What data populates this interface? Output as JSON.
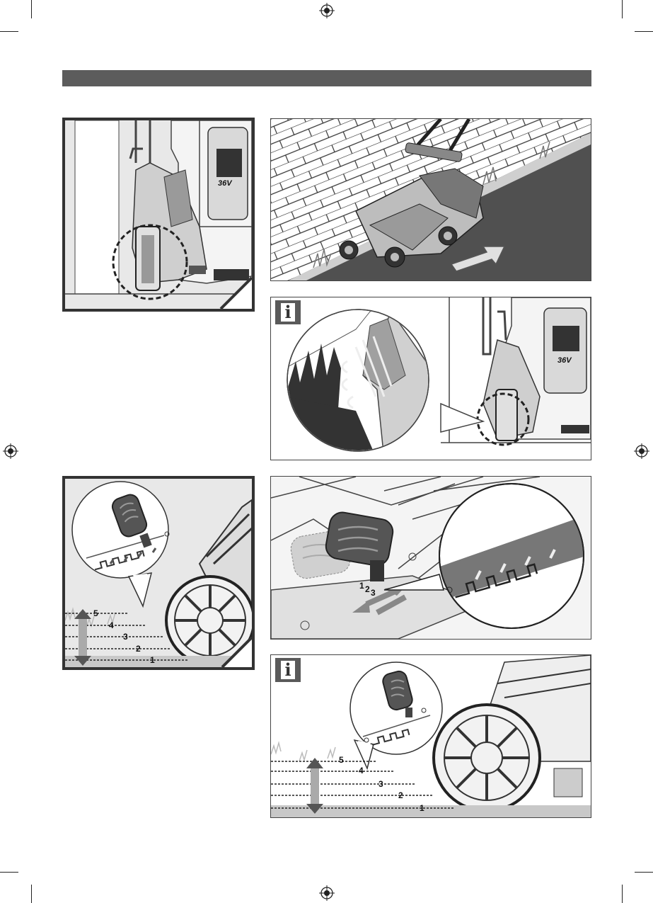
{
  "page": {
    "colors": {
      "header_bar": "#5c5c5c",
      "dark_grass": "#505050",
      "panel_grey": "#e6e6e6",
      "frame": "#333333"
    }
  },
  "figures": {
    "fig1": {
      "battery_label": "36V"
    },
    "fig3": {
      "icon": "info-icon",
      "icon_label": "i",
      "battery_label": "36V"
    },
    "fig4": {
      "level_labels": [
        "5",
        "4",
        "3",
        "2",
        "1"
      ]
    },
    "fig5": {
      "slot_labels": [
        "1",
        "2",
        "3"
      ]
    },
    "fig6": {
      "icon": "info-icon",
      "icon_label": "i",
      "level_labels": [
        "5",
        "4",
        "3",
        "2",
        "1"
      ]
    }
  }
}
